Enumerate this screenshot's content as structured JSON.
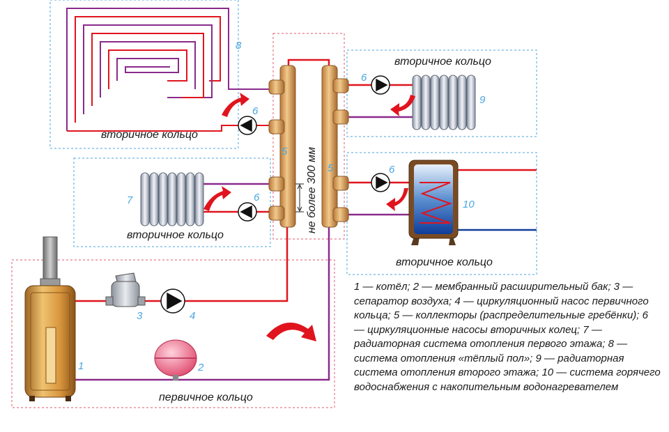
{
  "labels": {
    "secondary_ring": "вторичное кольцо",
    "primary_ring": "первичное кольцо",
    "max_distance": "не более 300 мм"
  },
  "numbers": {
    "boiler": "1",
    "expansion_tank": "2",
    "air_separator": "3",
    "primary_pump": "4",
    "collector": "5",
    "secondary_pump": "6",
    "radiator_first_floor": "7",
    "underfloor_heating": "8",
    "radiator_second_floor": "9",
    "water_heater": "10"
  },
  "legend": "1 — котёл; 2 — мембранный расширительный бак; 3 — сепаратор воздуха; 4 — циркуляционный насос первичного кольца; 5 — коллекторы (распределительные гребёнки); 6 — циркуляционные насосы вторичных колец; 7 — радиаторная система отопления первого этажа; 8 — система отопления «тёплый пол»; 9 — радиаторная система отопления второго этажа; 10 — система горячего водоснабжения с накопительным  водонагревателем",
  "colors": {
    "supply": "#e0141e",
    "return": "#8a2a8a",
    "collector": "#d9a257",
    "frame": "#4aa6e0"
  }
}
